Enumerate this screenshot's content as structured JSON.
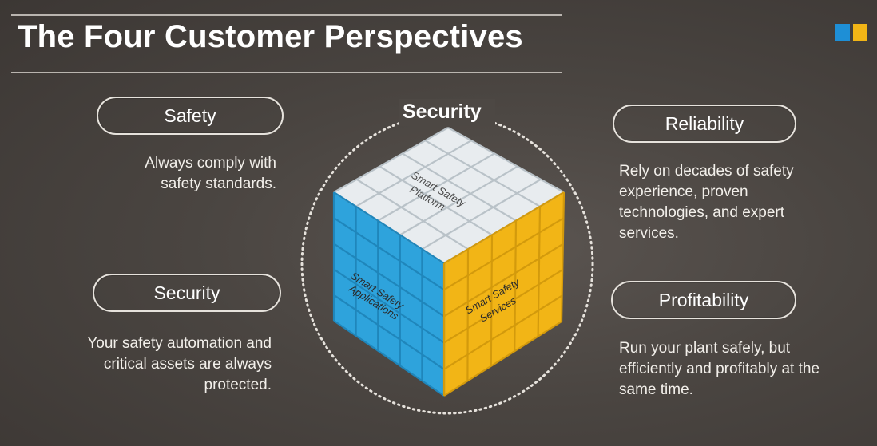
{
  "slide": {
    "title": "The Four Customer Perspectives"
  },
  "logo": {
    "colors": [
      "#1e8fd6",
      "#f2b516"
    ]
  },
  "perspectives": {
    "safety": {
      "label": "Safety",
      "description_lines": [
        "Always comply with",
        "safety standards."
      ]
    },
    "security": {
      "label": "Security",
      "description_lines": [
        "Your safety automation and",
        "critical assets are always",
        "protected."
      ]
    },
    "reliability": {
      "label": "Reliability",
      "description_lines": [
        "Rely on decades of safety",
        "experience, proven",
        "technologies, and expert",
        "services."
      ]
    },
    "profitability": {
      "label": "Profitability",
      "description_lines": [
        "Run your plant safely, but",
        "efficiently and profitably at the",
        "same time."
      ]
    }
  },
  "cube": {
    "circle_label": "Security",
    "top_face": {
      "line1": "Smart Safety",
      "line2": "Platform",
      "color": "#e8ecef"
    },
    "left_face": {
      "line1": "Smart Safety",
      "line2": "Applications",
      "color": "#2ea3dc"
    },
    "right_face": {
      "line1": "Smart Safety",
      "line2": "Services",
      "color": "#f2b516"
    }
  }
}
